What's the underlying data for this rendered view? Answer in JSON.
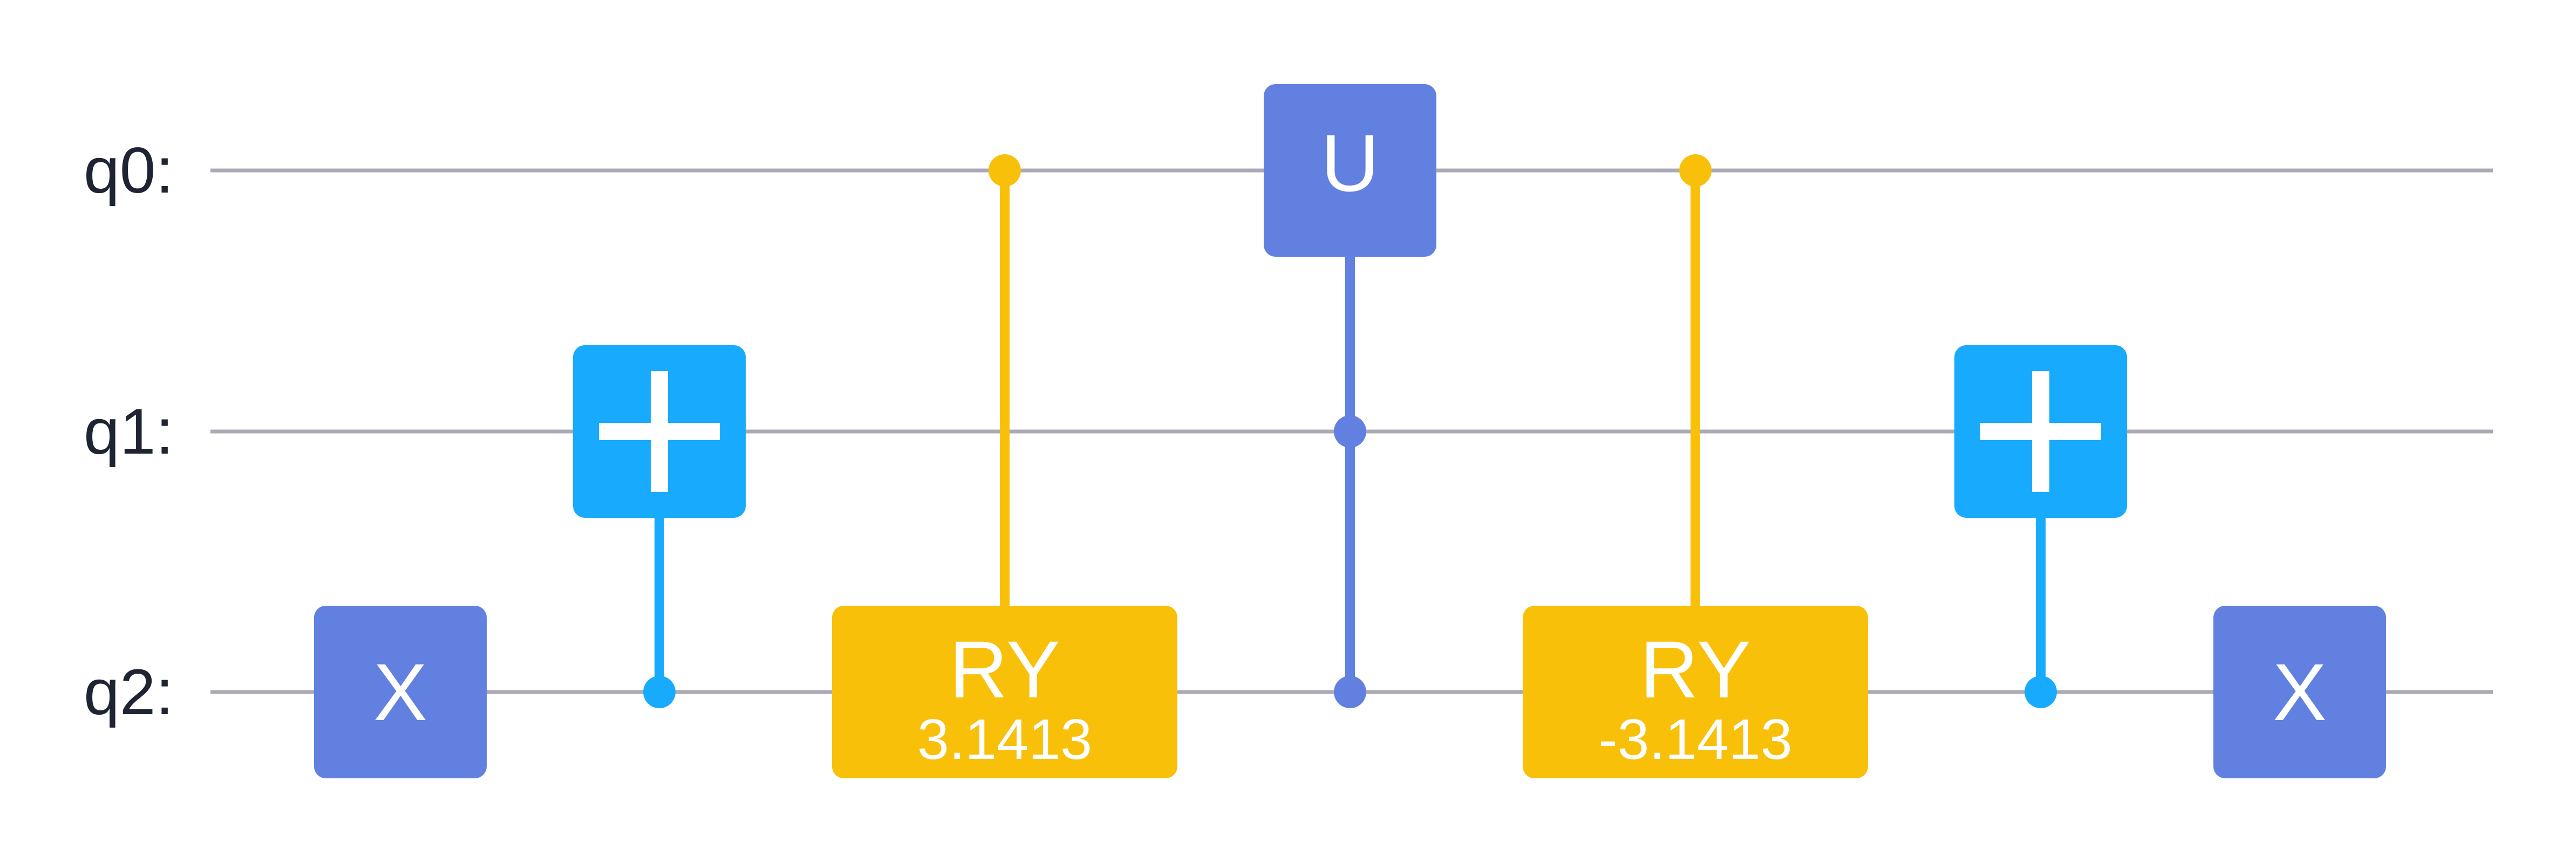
{
  "colors": {
    "background": "#ffffff",
    "wire": "#a8aab6",
    "label": "#1f2433",
    "x_gate": "#6180e0",
    "cnot": "#18abfd",
    "ry": "#f8c009",
    "u_gate": "#6180e0"
  },
  "qubits": [
    {
      "label": "q0:"
    },
    {
      "label": "q1:"
    },
    {
      "label": "q2:"
    }
  ],
  "gates": [
    {
      "type": "x",
      "label": "X",
      "target": 2,
      "color": "x_gate"
    },
    {
      "type": "cnot",
      "control": 2,
      "target": 1,
      "color": "cnot",
      "icon": "plus-icon"
    },
    {
      "type": "ry",
      "label": "RY",
      "param": "3.1413",
      "control": 0,
      "target": 2,
      "color": "ry"
    },
    {
      "type": "cu",
      "label": "U",
      "controls": [
        1,
        2
      ],
      "target": 0,
      "color": "u_gate"
    },
    {
      "type": "ry",
      "label": "RY",
      "param": "-3.1413",
      "control": 0,
      "target": 2,
      "color": "ry"
    },
    {
      "type": "cnot",
      "control": 2,
      "target": 1,
      "color": "cnot",
      "icon": "plus-icon"
    },
    {
      "type": "x",
      "label": "X",
      "target": 2,
      "color": "x_gate"
    }
  ]
}
